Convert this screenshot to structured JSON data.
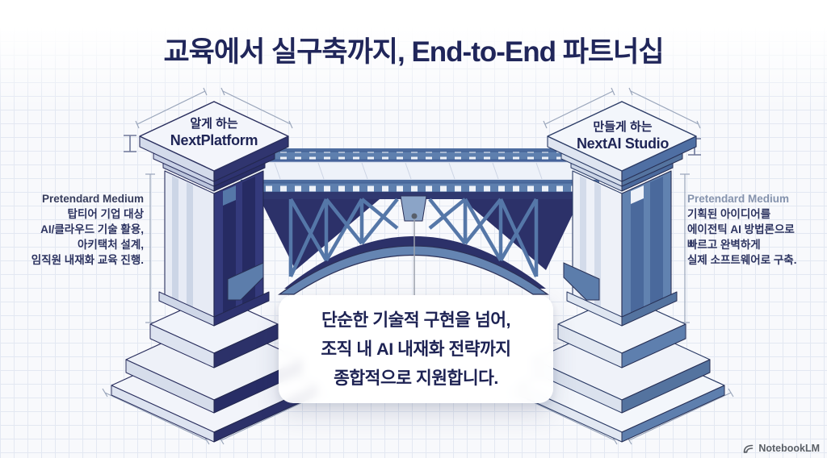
{
  "title": "교육에서 실구축까지, End-to-End 파트너십",
  "left_pillar": {
    "tagline": "알게 하는",
    "name": "NextPlatform",
    "description_lines": [
      "Pretendard Medium",
      "탑티어 기업 대상",
      "AI/클라우드 기술 활용,",
      "아키택처 설계,",
      "임직원 내재화 교육 진행."
    ]
  },
  "right_pillar": {
    "tagline": "만들게 하는",
    "name": "NextAI Studio",
    "description_lines": [
      "Pretendard Medium",
      "기획된 아이디어를",
      "에이전틱 AI 방법론으로",
      "빠르고 완벽하게",
      "실제 소프트웨어로 구축."
    ]
  },
  "center_card": {
    "lines": [
      "단순한 기술적 구현을 넘어,",
      "조직 내 AI 내재화 전략까지",
      "종합적으로 지원합니다."
    ]
  },
  "watermark": {
    "label": "NotebookLM"
  },
  "colors": {
    "background": "#f8f9fc",
    "grid_line": "#e2e7f1",
    "title_navy": "#20265a",
    "pillar_navy": "#32377a",
    "steel_blue": "#5e7fae",
    "text_navy": "#2c3360",
    "muted_label": "#8593ad",
    "card_background": "#ffffff",
    "watermark_grey": "#5a5f66"
  }
}
